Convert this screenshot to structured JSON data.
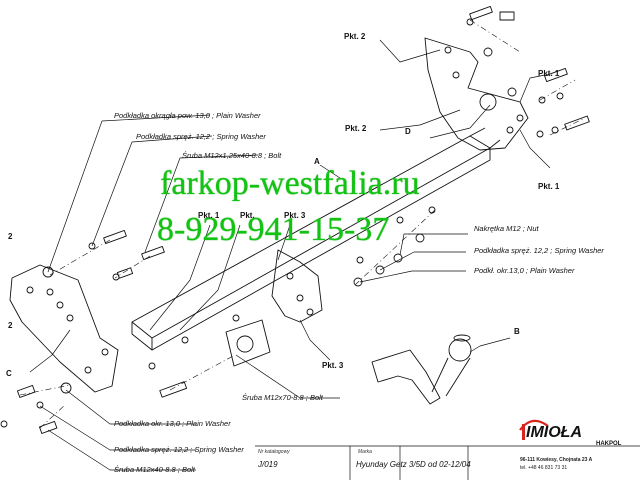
{
  "watermark": {
    "url": "farkop-westfalia.ru",
    "phone": "8-929-941-15-37"
  },
  "part_markers": {
    "pkt2_top": "Pkt. 2",
    "pkt2_mid": "Pkt. 2",
    "pkt1_top": "Pkt. 1",
    "pkt1_bottom": "Pkt. 1",
    "pkt1_left_a": "Pkt. 1",
    "pkt1_left_b": "Pkt.",
    "pkt3_center": "Pkt. 3",
    "pkt3_bottom": "Pkt. 3",
    "pkt2_left_top": "2",
    "pkt2_left_mid": "2"
  },
  "letters": {
    "A": "A",
    "B": "B",
    "C": "C",
    "D": "D"
  },
  "labels": {
    "plain_washer_13": "Podkładka okrągła pow. 13,0 ; Plain Washer",
    "spring_washer_top": "Podkładka spręż. 12,2 ; Spring Washer",
    "bolt_m12x125": "Śruba M12x1,25x40-8.8 ;  Bolt",
    "nut_m12": "Nakrętka  M12 ; Nut",
    "spring_washer_right": "Podkładka spręż. 12,2 ; Spring Washer",
    "plain_washer_right": "Podkł. okr.13,0 ; Plain Washer",
    "bolt_m12x70": "Śruba M12x70-8.8 ;  Bolt",
    "plain_washer_bottom": "Podkładka  okr. 13,0 ; Plain Washer",
    "spring_washer_bottom": "Podkładka spręż. 12,2 ; Spring Washer",
    "bolt_m12x40": "Śruba M12x40-8.8 ;  Bolt"
  },
  "title_block": {
    "catalog_caption": "Nr katalogowy",
    "catalog_value": "J/019",
    "make_caption": "Marka",
    "model_value": "Hyunday Getz 3/5D",
    "date_value": "od 02-12/04"
  },
  "brand": {
    "name": "IMIOŁA",
    "sub": "HAKPOL",
    "address": "96-111 Kowiesy, Chojnata 23 A",
    "phone": "tel. +48 46 831 73 31"
  },
  "colors": {
    "line": "#111111",
    "watermark": "#13c313",
    "logo_red": "#d9231f"
  }
}
